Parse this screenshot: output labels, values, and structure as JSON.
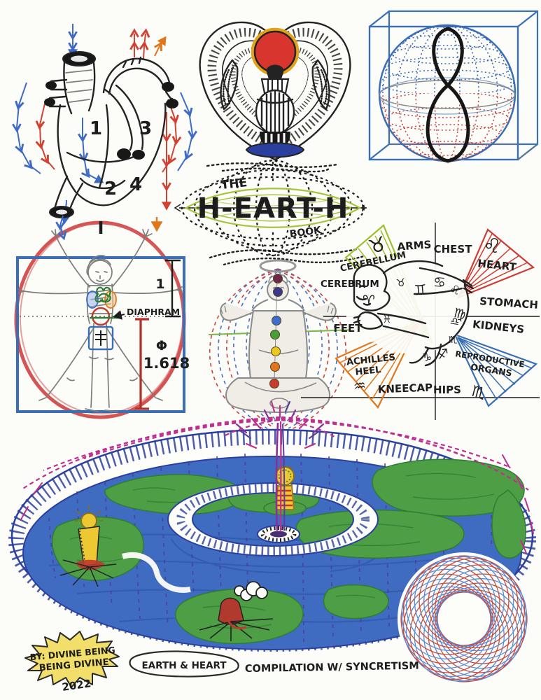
{
  "title": {
    "the": "THE",
    "main": "H-EART-H",
    "book": "BOOK"
  },
  "heart": {
    "chambers": [
      "1",
      "2",
      "3",
      "4"
    ]
  },
  "vitruvian": {
    "diaphragm": "DIAPHRAM",
    "unit": "1",
    "phi": "Φ",
    "phi_value": "1.618"
  },
  "zodiac": {
    "labels": {
      "cerebellum": "CEREBELLUM",
      "arms": "ARMS",
      "chest": "CHEST",
      "heart": "HEART",
      "cerebrum": "CEREBRUM",
      "stomach": "STOMACH",
      "feet": "FEET",
      "kidneys": "KIDNEYS",
      "achilles_1": "ACHILLES",
      "achilles_2": "HEEL",
      "kneecap": "KNEECAP",
      "hips": "HIPS",
      "repro_1": "REPRODUCTIVE",
      "repro_2": "ORGANS"
    },
    "glyphs": {
      "aries": "♈",
      "taurus": "♉",
      "gemini": "♊",
      "cancer": "♋",
      "leo": "♌",
      "virgo": "♍",
      "libra": "♎",
      "scorpio": "♏",
      "sagittarius": "♐",
      "capricorn": "♑",
      "aquarius": "♒",
      "pisces": "♓",
      "taurus_wedge": "♉",
      "leo_wedge": "♌",
      "scorpio_wedge": "♏",
      "aquarius_wedge": "♒"
    }
  },
  "footer": {
    "byline_1": "BY: DIVINE BEING",
    "byline_2": "BEING DIVINE",
    "year": "2022",
    "stamp": "EARTH & HEART",
    "caption": "COMPILATION W/ SYNCRETISM"
  },
  "colors": {
    "ink": "#232323",
    "marker_blue": "#3a6fb5",
    "dark_blue": "#2b3f9e",
    "marker_red": "#cf3a32",
    "orange": "#e2761b",
    "lime": "#9fbf2f",
    "green": "#4d9e45",
    "magenta": "#bf2f8f",
    "purple": "#4a3e9e",
    "yellow": "#ecc832",
    "sun_red": "#d8352f"
  }
}
